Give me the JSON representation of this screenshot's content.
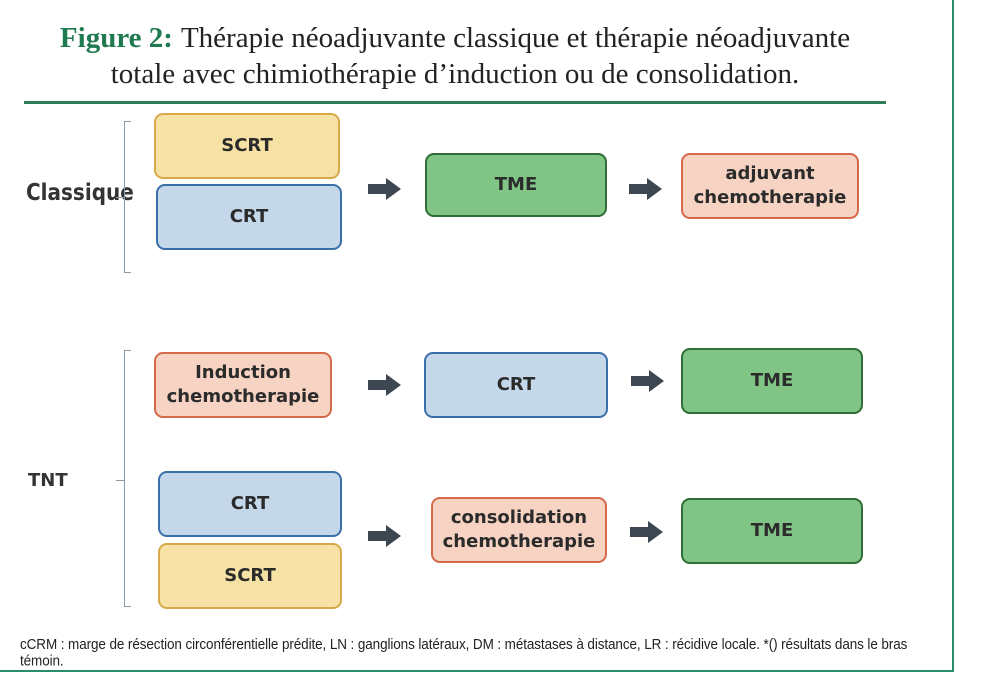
{
  "title": {
    "figure_label": "Figure 2:",
    "line1": "Thérapie néoadjuvante classique et thérapie néoadjuvante",
    "line2": "totale avec chimiothérapie d’induction ou de consolidation."
  },
  "groups": {
    "classique": {
      "label": "Classique",
      "row": {
        "box_scrt": "SCRT",
        "box_crt": "CRT",
        "box_tme": "TME",
        "box_adjuvant_line1": "adjuvant",
        "box_adjuvant_line2": "chemotherapie"
      }
    },
    "tnt": {
      "label": "TNT",
      "row1": {
        "box_induction_line1": "Induction",
        "box_induction_line2": "chemotherapie",
        "box_crt": "CRT",
        "box_tme": "TME"
      },
      "row2": {
        "box_crt": "CRT",
        "box_scrt": "SCRT",
        "box_consolidation_line1": "consolidation",
        "box_consolidation_line2": "chemotherapie",
        "box_tme": "TME"
      }
    }
  },
  "colors": {
    "yellow_fill": "#f7e2a6",
    "blue_fill": "#c4d8ea",
    "green_fill": "#80c585",
    "salmon_fill": "#f6d3c2",
    "arrow": "#3d4751",
    "accent": "#1f7a4f"
  },
  "footer": "cCRM : marge de résection circonférentielle prédite, LN : ganglions latéraux, DM : métastases à distance, LR : récidive locale. *() résultats dans le bras témoin."
}
